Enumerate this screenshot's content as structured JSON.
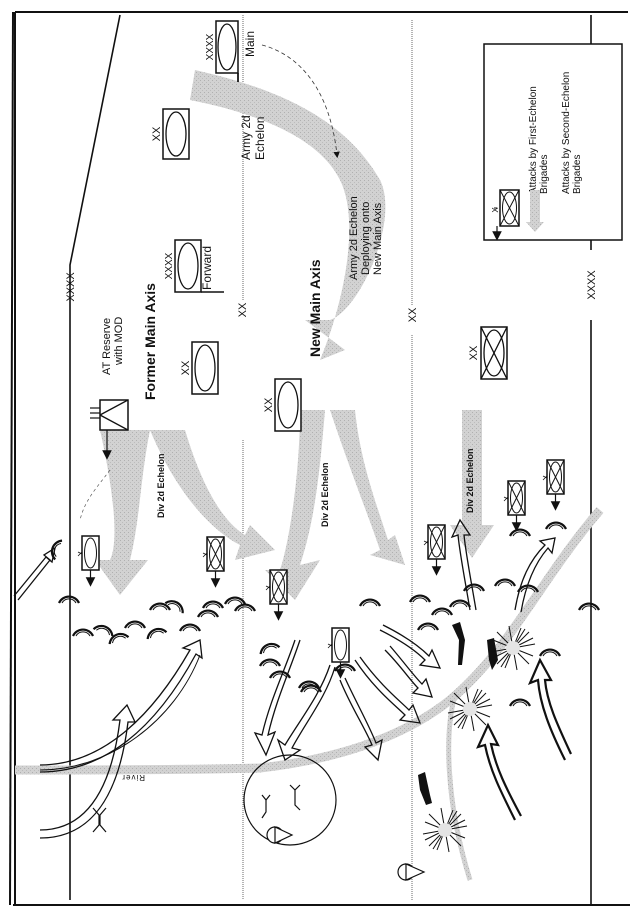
{
  "diagram": {
    "title": "Army Second-Echelon Commitment onto a New Main Axis",
    "orientation": "rotated 90 degrees clockwise",
    "legend": {
      "first_echelon": "Attacks by First-Echelon Brigades",
      "first_echelon_line1": "Attacks by First-Echelon",
      "first_echelon_line2": "Brigades",
      "second_echelon": "Attacks by Second-Echelon Brigades",
      "second_echelon_line1": "Attacks by Second-Echelon",
      "second_echelon_line2": "Brigades",
      "first_echelon_echelon_mark": "X"
    },
    "labels": {
      "main_cp": "Main",
      "main_cp_echelon": "XXXX",
      "army_2d_echelon_line1": "Army 2d",
      "army_2d_echelon_line2": "Echelon",
      "army_2d_echelon_mark": "XX",
      "deploying_line1": "Army 2d Echelon",
      "deploying_line2": "Deploying onto",
      "deploying_line3": "New Main Axis",
      "forward_cp": "Forward",
      "forward_cp_echelon": "XXXX",
      "former_main_axis": "Former Main Axis",
      "new_main_axis": "New Main Axis",
      "at_reserve_line1": "AT Reserve",
      "at_reserve_line2": "with MOD",
      "boundary_army": "XXXX",
      "boundary_division": "XX",
      "boundary_army_right": "XXXX",
      "div_2d_echelon_1": "Div 2d Echelon",
      "div_2d_echelon_2": "Div 2d Echelon",
      "div_2d_echelon_3": "Div 2d Echelon",
      "former_axis_div": "XX",
      "new_axis_div": "XX",
      "right_div": "XX",
      "brigade_mark": "X",
      "river": "River"
    },
    "colors": {
      "ink": "#111111",
      "second_echelon_gray": "#c8c8c8",
      "river_gray": "#cfcfcf",
      "paper": "#ffffff"
    }
  }
}
